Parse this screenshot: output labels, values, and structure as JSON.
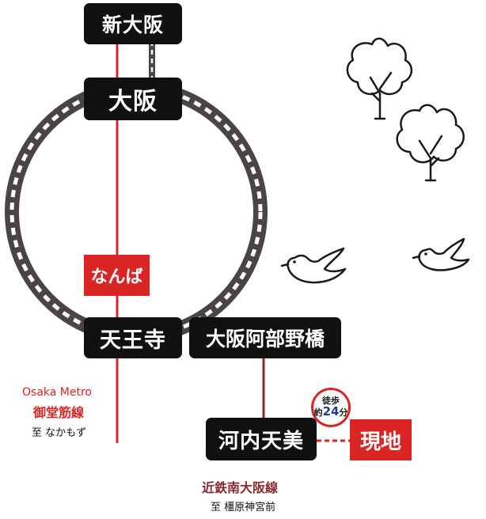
{
  "stations": {
    "shin_osaka": "新大阪",
    "osaka": "大阪",
    "namba": "なんば",
    "tennoji": "天王寺",
    "osaka_abenobashi": "大阪阿部野橋",
    "kawachi_amami": "河内天美"
  },
  "destination": "現地",
  "walk": {
    "label": "徒歩",
    "prefix": "約",
    "minutes": "24",
    "unit": "分"
  },
  "lines": {
    "midosuji": {
      "operator": "Osaka Metro",
      "name": "御堂筋線",
      "direction": "至 なかもず"
    },
    "kintetsu": {
      "name": "近鉄南大阪線",
      "direction": "至 橿原神宮前"
    }
  },
  "colors": {
    "midosuji": "#d92624",
    "kintetsu": "#8b2a2e",
    "loop": "#4a4444",
    "station_bg": "#111111",
    "destination": "#d92624",
    "walk_text": "#1c3f8c"
  }
}
